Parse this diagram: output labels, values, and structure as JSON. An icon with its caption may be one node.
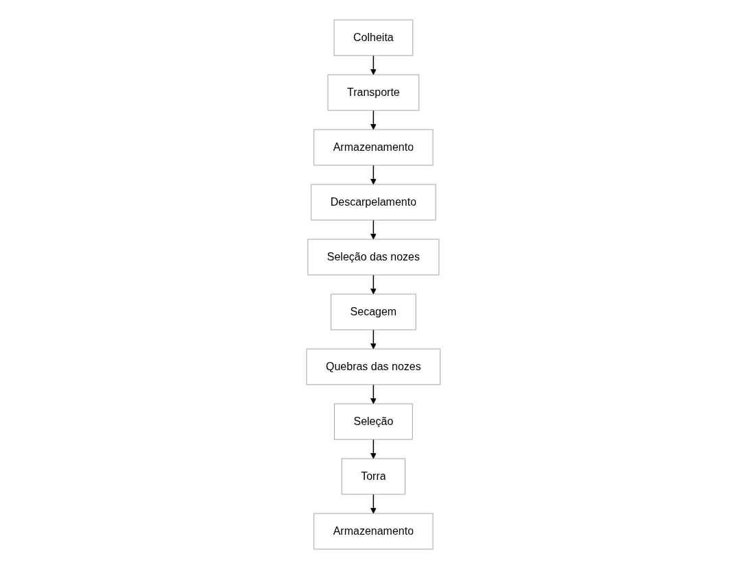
{
  "diagram": {
    "nodes": [
      {
        "text": [
          "Colheita"
        ]
      },
      {
        "text": [
          "Transporte"
        ]
      },
      {
        "text": [
          "Armazenamento"
        ]
      },
      {
        "text": [
          "Descarpelamento"
        ]
      },
      {
        "text": [
          "Seleção das nozes"
        ]
      },
      {
        "text": [
          "Secagem"
        ]
      },
      {
        "text": [
          "Quebras das nozes"
        ]
      },
      {
        "text": [
          "Seleção"
        ]
      },
      {
        "text": [
          "Torra"
        ]
      },
      {
        "text": [
          "Armazenamento"
        ]
      }
    ],
    "edges": [
      {
        "from": 0,
        "to": 1,
        "arrow": "to"
      },
      {
        "from": 1,
        "to": 2,
        "arrow": "to"
      },
      {
        "from": 2,
        "to": 3,
        "arrow": "to"
      },
      {
        "from": 3,
        "to": 4,
        "arrow": "to"
      },
      {
        "from": 4,
        "to": 5,
        "arrow": "to"
      },
      {
        "from": 5,
        "to": 6,
        "arrow": "to"
      },
      {
        "from": 6,
        "to": 7,
        "arrow": "to"
      },
      {
        "from": 7,
        "to": 8,
        "arrow": "to"
      },
      {
        "from": 8,
        "to": 9,
        "arrow": "to"
      }
    ]
  }
}
